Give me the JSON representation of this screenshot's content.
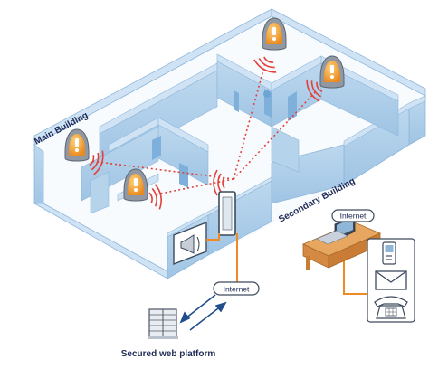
{
  "labels": {
    "main_building": "Main Building",
    "secondary_building": "Secondary Building",
    "internet_main": "Internet",
    "internet_secondary": "Internet",
    "secured_platform": "Secured web platform"
  },
  "colors": {
    "wall_top": "#cfe3f4",
    "wall_side": "#a9cbe8",
    "floor": "#ffffff",
    "door": "#9cc3e4",
    "link_red": "#e2413a",
    "cable_orange": "#f08a24",
    "arrow_blue": "#1f4e8c",
    "text_dark": "#1e2a55",
    "beacon_orange": "#f3a23a",
    "beacon_gray": "#9aa3ad",
    "desk": "#d9964d"
  },
  "icons": {
    "beacons": [
      "beacon-icon",
      "beacon-icon",
      "beacon-icon",
      "beacon-icon",
      "beacon-icon"
    ],
    "gateway": "gateway-icon",
    "siren": "siren-icon",
    "server": "server-rack-icon",
    "computer": "computer-icon",
    "phone": "mobile-phone-icon",
    "email": "email-icon",
    "landline": "landline-phone-icon"
  }
}
